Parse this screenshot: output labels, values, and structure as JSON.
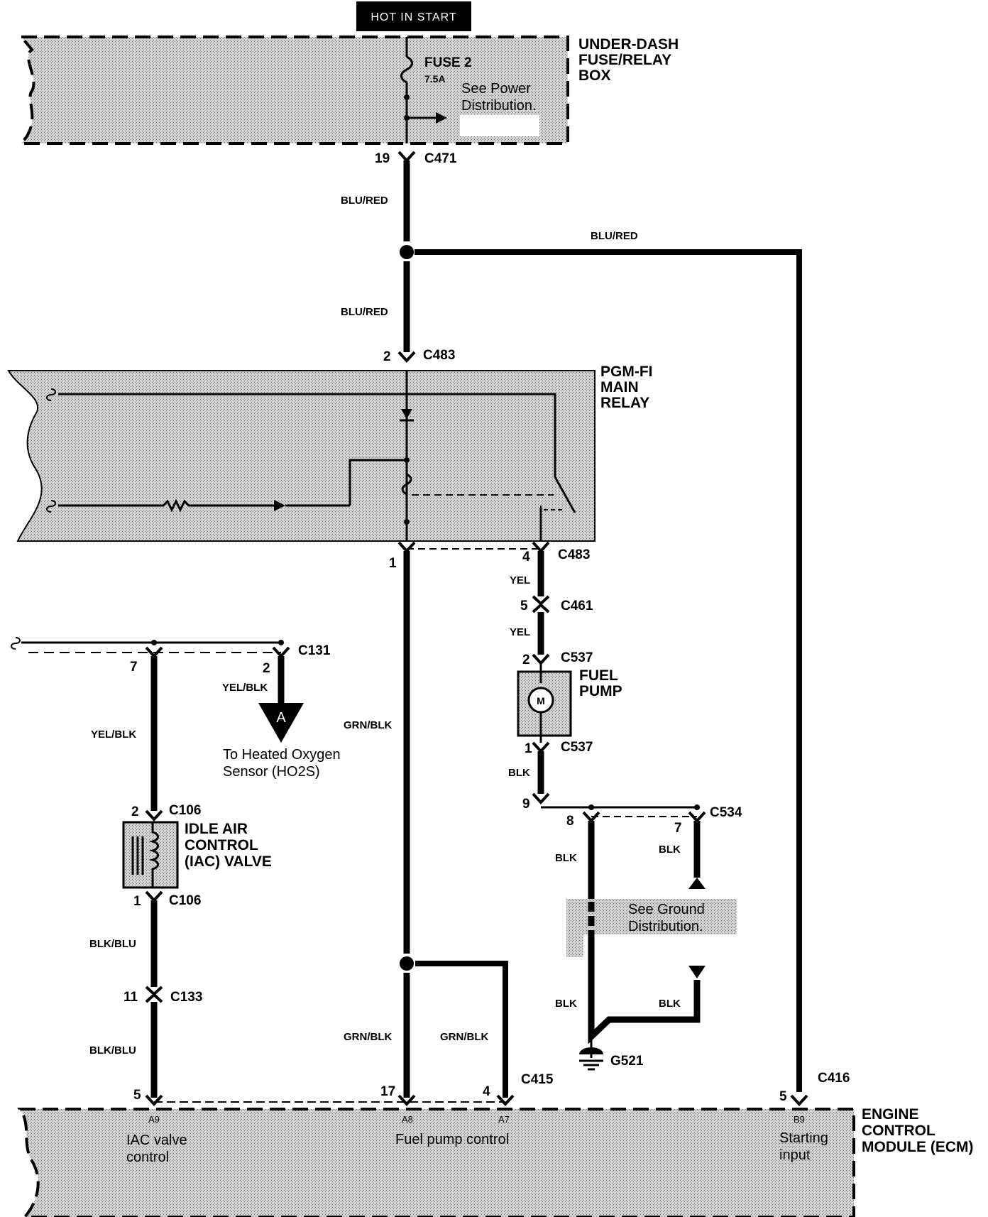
{
  "header": {
    "hot_label": "HOT IN START"
  },
  "fuse_box": {
    "title_lines": [
      "UNDER-DASH",
      "FUSE/RELAY",
      "BOX"
    ],
    "fuse_name": "FUSE 2",
    "fuse_rating": "7.5A",
    "note_lines": [
      "See Power",
      "Distribution."
    ]
  },
  "main_relay": {
    "title_lines": [
      "PGM-FI",
      "MAIN",
      "RELAY"
    ]
  },
  "fuel_pump": {
    "title_lines": [
      "FUEL",
      "PUMP"
    ],
    "motor_symbol": "M"
  },
  "iac_valve": {
    "title_lines": [
      "IDLE AIR",
      "CONTROL",
      "(IAC) VALVE"
    ]
  },
  "ecm": {
    "title_lines": [
      "ENGINE",
      "CONTROL",
      "MODULE (ECM)"
    ],
    "pins": [
      {
        "id": "A9",
        "desc_lines": [
          "IAC valve",
          "control"
        ]
      },
      {
        "id": "A8",
        "desc_lines": [
          "Fuel pump control"
        ]
      },
      {
        "id": "A7",
        "desc_lines": []
      },
      {
        "id": "B9",
        "desc_lines": [
          "Starting",
          "input"
        ]
      }
    ]
  },
  "offpage": {
    "symbol": "A",
    "desc_lines": [
      "To Heated Oxygen",
      "Sensor (HO2S)"
    ]
  },
  "ground_note": {
    "lines": [
      "See Ground",
      "Distribution."
    ]
  },
  "ground_name": "G521",
  "connectors": {
    "c471": {
      "name": "C471",
      "pin": "19"
    },
    "c483_top": {
      "name": "C483",
      "pin": "2"
    },
    "c483_bot": {
      "name": "C483",
      "pin_left": "1",
      "pin_right": "4"
    },
    "c461": {
      "name": "C461",
      "pin": "5"
    },
    "c537_top": {
      "name": "C537",
      "pin": "2"
    },
    "c537_bot": {
      "name": "C537",
      "pin": "1"
    },
    "c534": {
      "name": "C534",
      "pin_in": "9",
      "pin_a": "8",
      "pin_b": "7"
    },
    "c131": {
      "name": "C131",
      "pin_a": "7",
      "pin_b": "2"
    },
    "c106_top": {
      "name": "C106",
      "pin": "2"
    },
    "c106_bot": {
      "name": "C106",
      "pin": "1"
    },
    "c133": {
      "name": "C133",
      "pin": "11"
    },
    "c415": {
      "name": "C415",
      "pin_a": "17",
      "pin_b": "4"
    },
    "c416": {
      "name": "C416",
      "pin": "5"
    },
    "ecm_iac_pin": "5"
  },
  "wires": {
    "w1": "BLU/RED",
    "w2": "BLU/RED",
    "w3": "BLU/RED",
    "yel1": "YEL",
    "yel2": "YEL",
    "grnblk1": "GRN/BLK",
    "grnblk2": "GRN/BLK",
    "grnblk3": "GRN/BLK",
    "yelblk1": "YEL/BLK",
    "yelblk2": "YEL/BLK",
    "blkblu1": "BLK/BLU",
    "blkblu2": "BLK/BLU",
    "blk1": "BLK",
    "blk2": "BLK",
    "blk3": "BLK",
    "blk4": "BLK",
    "blk5": "BLK"
  }
}
